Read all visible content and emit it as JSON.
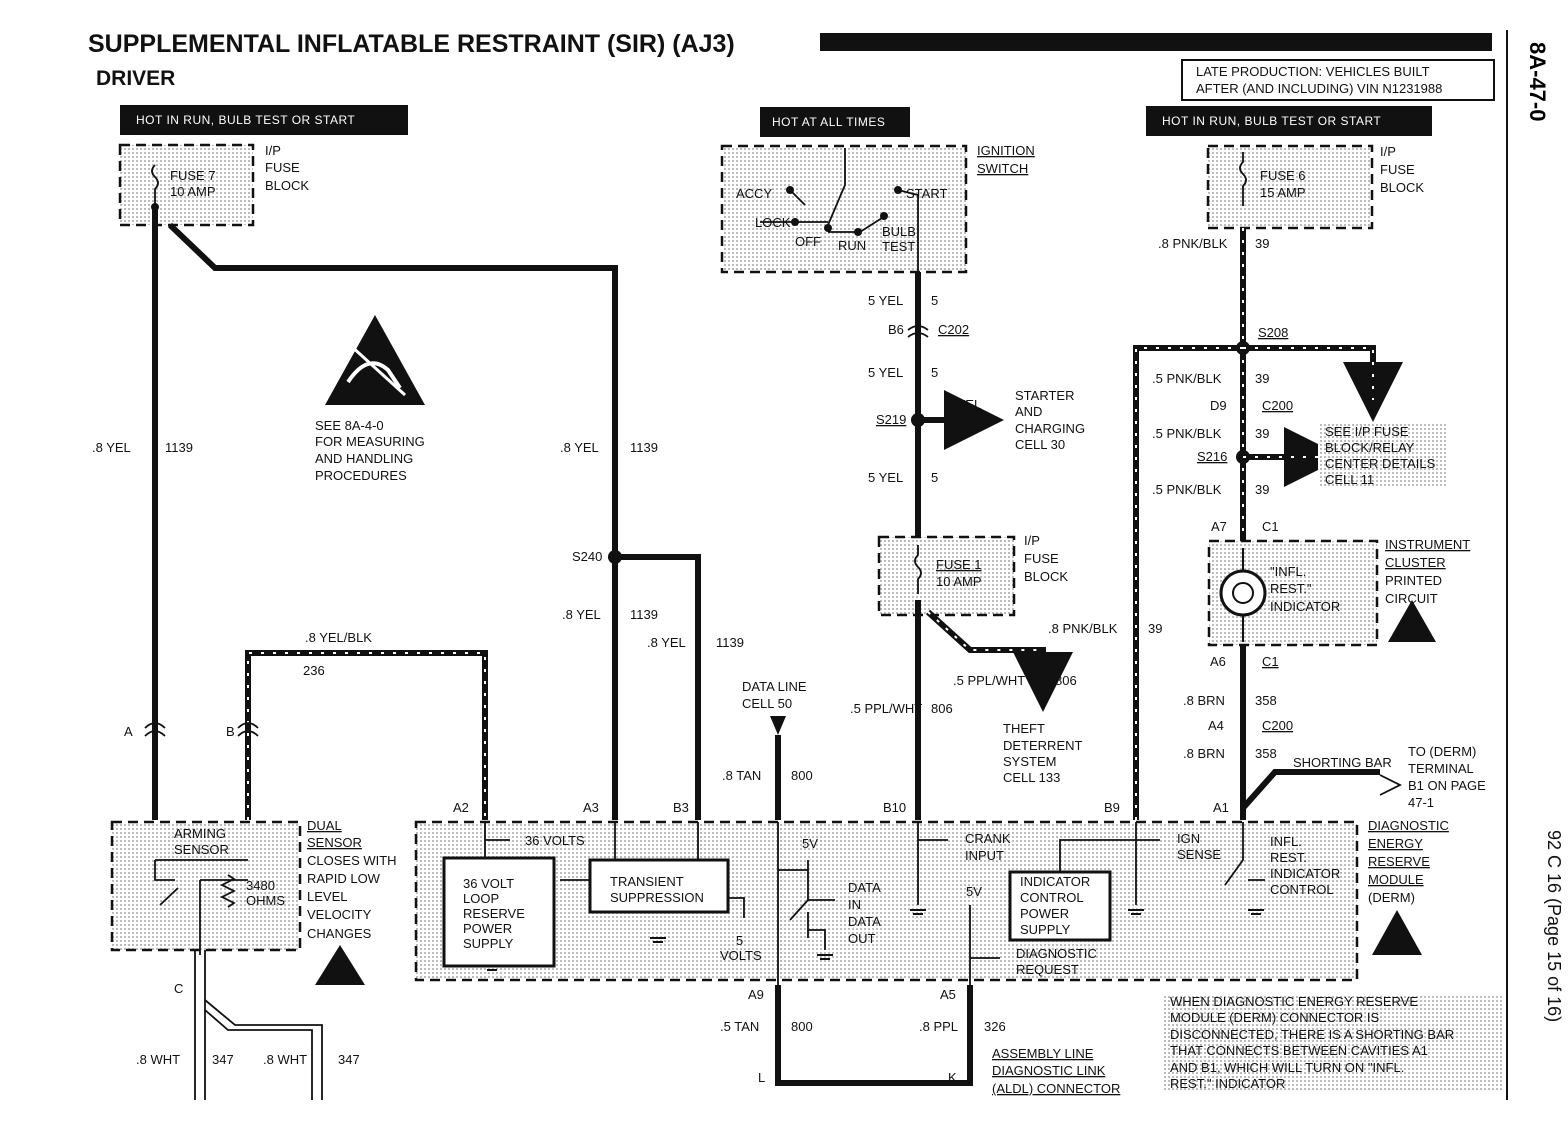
{
  "title": "SUPPLEMENTAL INFLATABLE RESTRAINT (SIR) (AJ3)",
  "subtitle": "DRIVER",
  "page_id": "8A-47-0",
  "late_production_note": [
    "LATE PRODUCTION: VEHICLES BUILT",
    "AFTER (AND INCLUDING) VIN N1231988"
  ],
  "side_margin_text": "92 C 16 (Page 15 of 16)",
  "headers": {
    "hot_run_left": "HOT IN RUN, BULB TEST OR START",
    "hot_all_times": "HOT AT ALL TIMES",
    "hot_run_right": "HOT IN RUN, BULB TEST OR START"
  },
  "fuse7": {
    "name": "FUSE 7",
    "rating": "10 AMP",
    "block": [
      "I/P",
      "FUSE",
      "BLOCK"
    ]
  },
  "fuse6": {
    "name": "FUSE 6",
    "rating": "15 AMP",
    "block": [
      "I/P",
      "FUSE",
      "BLOCK"
    ]
  },
  "fuse1": {
    "name": "FUSE 1",
    "rating": "10 AMP",
    "block": [
      "I/P",
      "FUSE",
      "BLOCK"
    ]
  },
  "ignition": {
    "label": [
      "IGNITION",
      "SWITCH"
    ],
    "positions": {
      "accy": "ACCY",
      "lock": "LOCK",
      "off": "OFF",
      "run": "RUN",
      "bulb": "BULB",
      "test": "TEST",
      "start": "START"
    }
  },
  "esd_note": [
    "SEE 8A-4-0",
    "FOR MEASURING",
    "AND HANDLING",
    "PROCEDURES"
  ],
  "wires": {
    "w8yel": ".8 YEL",
    "c1139": "1139",
    "w8yelblk": ".8 YEL/BLK",
    "c236": "236",
    "w5yel": "5 YEL",
    "c5": "5",
    "w8pnkblk": ".8 PNK/BLK",
    "w5pnkblk": ".5 PNK/BLK",
    "c39": "39",
    "w5pplwht": ".5 PPL/WHT",
    "c806": "806",
    "w8brn": ".8 BRN",
    "c358": "358",
    "w8tan": ".8 TAN",
    "w5tan": ".5 TAN",
    "c800": "800",
    "w8ppl": ".8 PPL",
    "c326": "326",
    "w8wht": ".8 WHT",
    "c347": "347"
  },
  "connectors": {
    "b6": "B6",
    "c202": "C202",
    "s219": "S219",
    "s240": "S240",
    "s208": "S208",
    "d9": "D9",
    "c200": "C200",
    "s216": "S216",
    "a7": "A7",
    "a6": "A6",
    "c1": "C1",
    "a4": "A4",
    "a": "A",
    "b": "B",
    "c": "C",
    "a2": "A2",
    "a3": "A3",
    "b3": "B3",
    "b10": "B10",
    "b9": "B9",
    "a1": "A1",
    "a9": "A9",
    "a5": "A5",
    "l": "L",
    "k": "K"
  },
  "starter": [
    "STARTER",
    "AND",
    "CHARGING",
    "CELL 30"
  ],
  "ip_fuse_details": [
    "SEE I/P FUSE",
    "BLOCK/RELAY",
    "CENTER DETAILS",
    "CELL 11"
  ],
  "instrument_cluster": [
    "INSTRUMENT",
    "CLUSTER",
    "PRINTED",
    "CIRCUIT"
  ],
  "indicator": [
    "\"INFL.",
    "REST.\"",
    "INDICATOR"
  ],
  "theft": [
    "THEFT",
    "DETERRENT",
    "SYSTEM",
    "CELL 133"
  ],
  "data_line": [
    "DATA LINE",
    "CELL 50"
  ],
  "shorting_bar": "SHORTING BAR",
  "derm_ref": [
    "TO (DERM)",
    "TERMINAL",
    "B1 ON PAGE",
    "47-1"
  ],
  "sensor": {
    "arming": [
      "ARMING",
      "SENSOR"
    ],
    "ohms": [
      "3480",
      "OHMS"
    ],
    "desc": [
      "DUAL",
      "SENSOR",
      "CLOSES WITH",
      "RAPID LOW",
      "LEVEL",
      "VELOCITY",
      "CHANGES"
    ]
  },
  "derm": {
    "v36": "36 VOLTS",
    "loop": [
      "36 VOLT",
      "LOOP",
      "RESERVE",
      "POWER",
      "SUPPLY"
    ],
    "transient": [
      "TRANSIENT",
      "SUPPRESSION"
    ],
    "v5": [
      "5",
      "VOLTS"
    ],
    "sv": "5V",
    "data": [
      "DATA",
      "IN",
      "DATA",
      "OUT"
    ],
    "crank": [
      "CRANK",
      "INPUT"
    ],
    "indicator_ctrl": [
      "INDICATOR",
      "CONTROL",
      "POWER",
      "SUPPLY"
    ],
    "diag_req": [
      "DIAGNOSTIC",
      "REQUEST"
    ],
    "ign_sense": [
      "IGN",
      "SENSE"
    ],
    "infl_ctrl": [
      "INFL.",
      "REST.",
      "INDICATOR",
      "CONTROL"
    ],
    "module": [
      "DIAGNOSTIC",
      "ENERGY",
      "RESERVE",
      "MODULE",
      "(DERM)"
    ]
  },
  "aldl": [
    "ASSEMBLY LINE",
    "DIAGNOSTIC LINK",
    "(ALDL) CONNECTOR"
  ],
  "derm_note": [
    "WHEN DIAGNOSTIC ENERGY RESERVE",
    "MODULE (DERM) CONNECTOR IS",
    "DISCONNECTED, THERE IS A SHORTING BAR",
    "THAT CONNECTS BETWEEN CAVITIES A1",
    "AND B1, WHICH WILL TURN ON \"INFL.",
    "REST.\" INDICATOR"
  ]
}
